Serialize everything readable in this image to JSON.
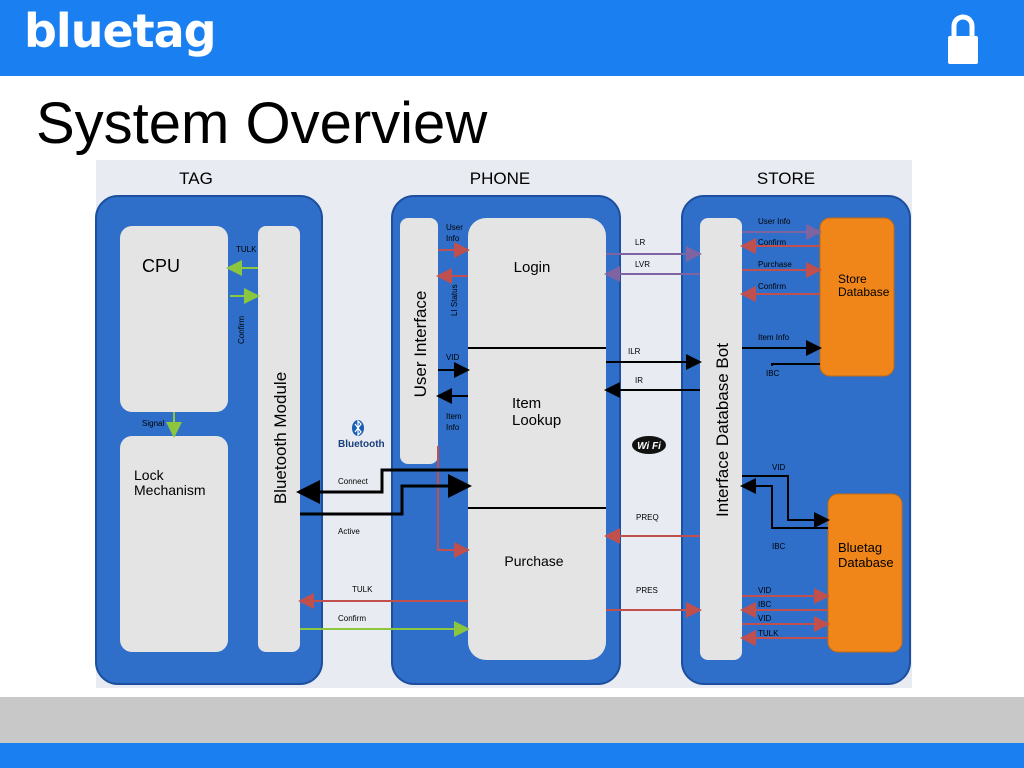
{
  "header": {
    "logo": "bluetag",
    "lock_icon": "padlock-icon"
  },
  "slide": {
    "title": "System Overview"
  },
  "columns": {
    "tag": "TAG",
    "phone": "PHONE",
    "store": "STORE"
  },
  "tag": {
    "cpu": "CPU",
    "lock_l1": "Lock",
    "lock_l2": "Mechanism",
    "bt_module": "Bluetooth Module",
    "tulk": "TULK",
    "confirm": "Confirm",
    "signal": "Signal"
  },
  "phone": {
    "ui": "User Interface",
    "login": "Login",
    "item_l1": "Item",
    "item_l2": "Lookup",
    "purchase": "Purchase",
    "user_info_1": "User",
    "user_info_2": "Info",
    "li_status": "LI Status",
    "vid": "VID",
    "item_info_1": "Item",
    "item_info_2": "Info"
  },
  "store": {
    "bot": "Interface Database Bot",
    "store_db_1": "Store",
    "store_db_2": "Database",
    "bluetag_db_1": "Bluetag",
    "bluetag_db_2": "Database"
  },
  "links": {
    "connect": "Connect",
    "active": "Active",
    "tulk": "TULK",
    "confirm": "Confirm",
    "lr": "LR",
    "lvr": "LVR",
    "ilr": "ILR",
    "ir": "IR",
    "preq": "PREQ",
    "pres": "PRES"
  },
  "store_links": {
    "user_info": "User Info",
    "confirm1": "Confirm",
    "purchase": "Purchase",
    "confirm2": "Confirm",
    "item_info": "Item Info",
    "ibc": "IBC",
    "vid": "VID",
    "ibc2": "IBC",
    "vid2": "VID",
    "ibc3": "IBC",
    "vid3": "VID",
    "tulk": "TULK"
  },
  "logos": {
    "bluetooth": "Bluetooth",
    "wifi": "Wi Fi"
  },
  "colors": {
    "brand_blue": "#1a7ff0",
    "panel_blue": "#2f6fc9",
    "orange": "#f0861a",
    "green_arrow": "#8cc63f",
    "red_arrow": "#c0504d"
  }
}
